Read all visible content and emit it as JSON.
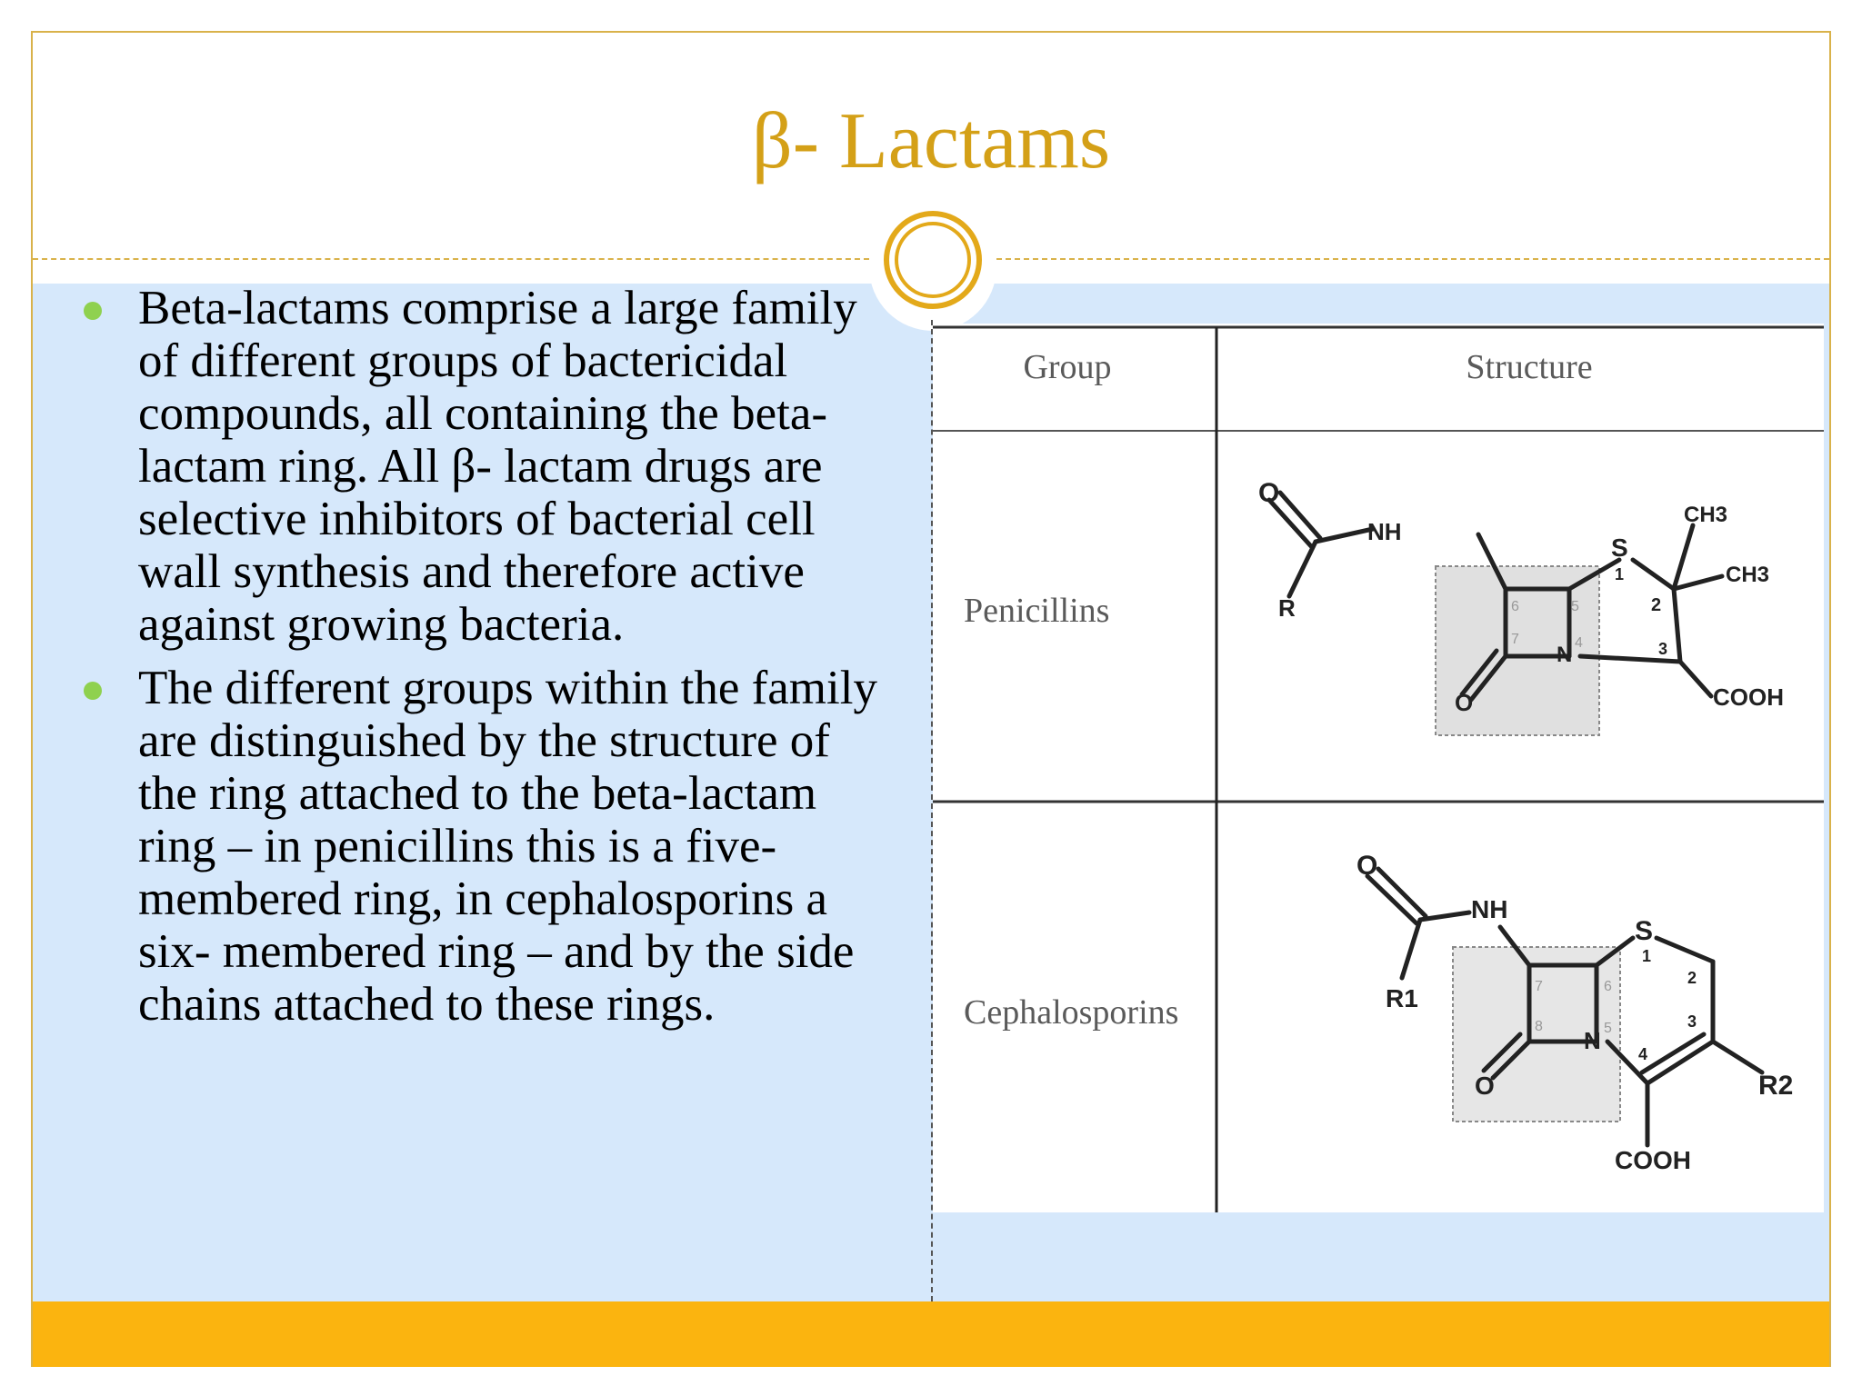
{
  "slide": {
    "title": "β- Lactams",
    "colors": {
      "accent": "#d4a017",
      "content_bg": "#d6e8fb",
      "bottom_bar": "#fbb40f",
      "bullet": "#8fd14f"
    }
  },
  "bullets": [
    "Beta-lactams comprise a large family of different groups of bactericidal compounds, all containing the beta-lactam ring. All β- lactam drugs are selective inhibitors of bacterial cell wall synthesis and therefore active against growing bacteria.",
    "The different groups within the family are distinguished by the structure of the ring attached to the beta-lactam ring – in penicillins this is a five-membered ring, in cephalosporins a six- membered ring – and by the side chains attached to these rings."
  ],
  "table": {
    "headers": {
      "group": "Group",
      "structure": "Structure"
    },
    "rows": [
      {
        "group": "Penicillins",
        "labels": {
          "o_top": "O",
          "nh": "NH",
          "r": "R",
          "s": "S",
          "ch3_a": "CH3",
          "ch3_b": "CH3",
          "o_bottom": "O",
          "n": "N",
          "cooh": "COOH"
        },
        "numbers": [
          "1",
          "2",
          "3",
          "4",
          "5",
          "6",
          "7"
        ]
      },
      {
        "group": "Cephalosporins",
        "labels": {
          "o_top": "O",
          "nh": "NH",
          "r1": "R1",
          "s": "S",
          "r2": "R2",
          "o_bottom": "O",
          "n": "N",
          "cooh": "COOH"
        },
        "numbers": [
          "1",
          "2",
          "3",
          "4",
          "5",
          "6",
          "7",
          "8"
        ]
      }
    ]
  }
}
